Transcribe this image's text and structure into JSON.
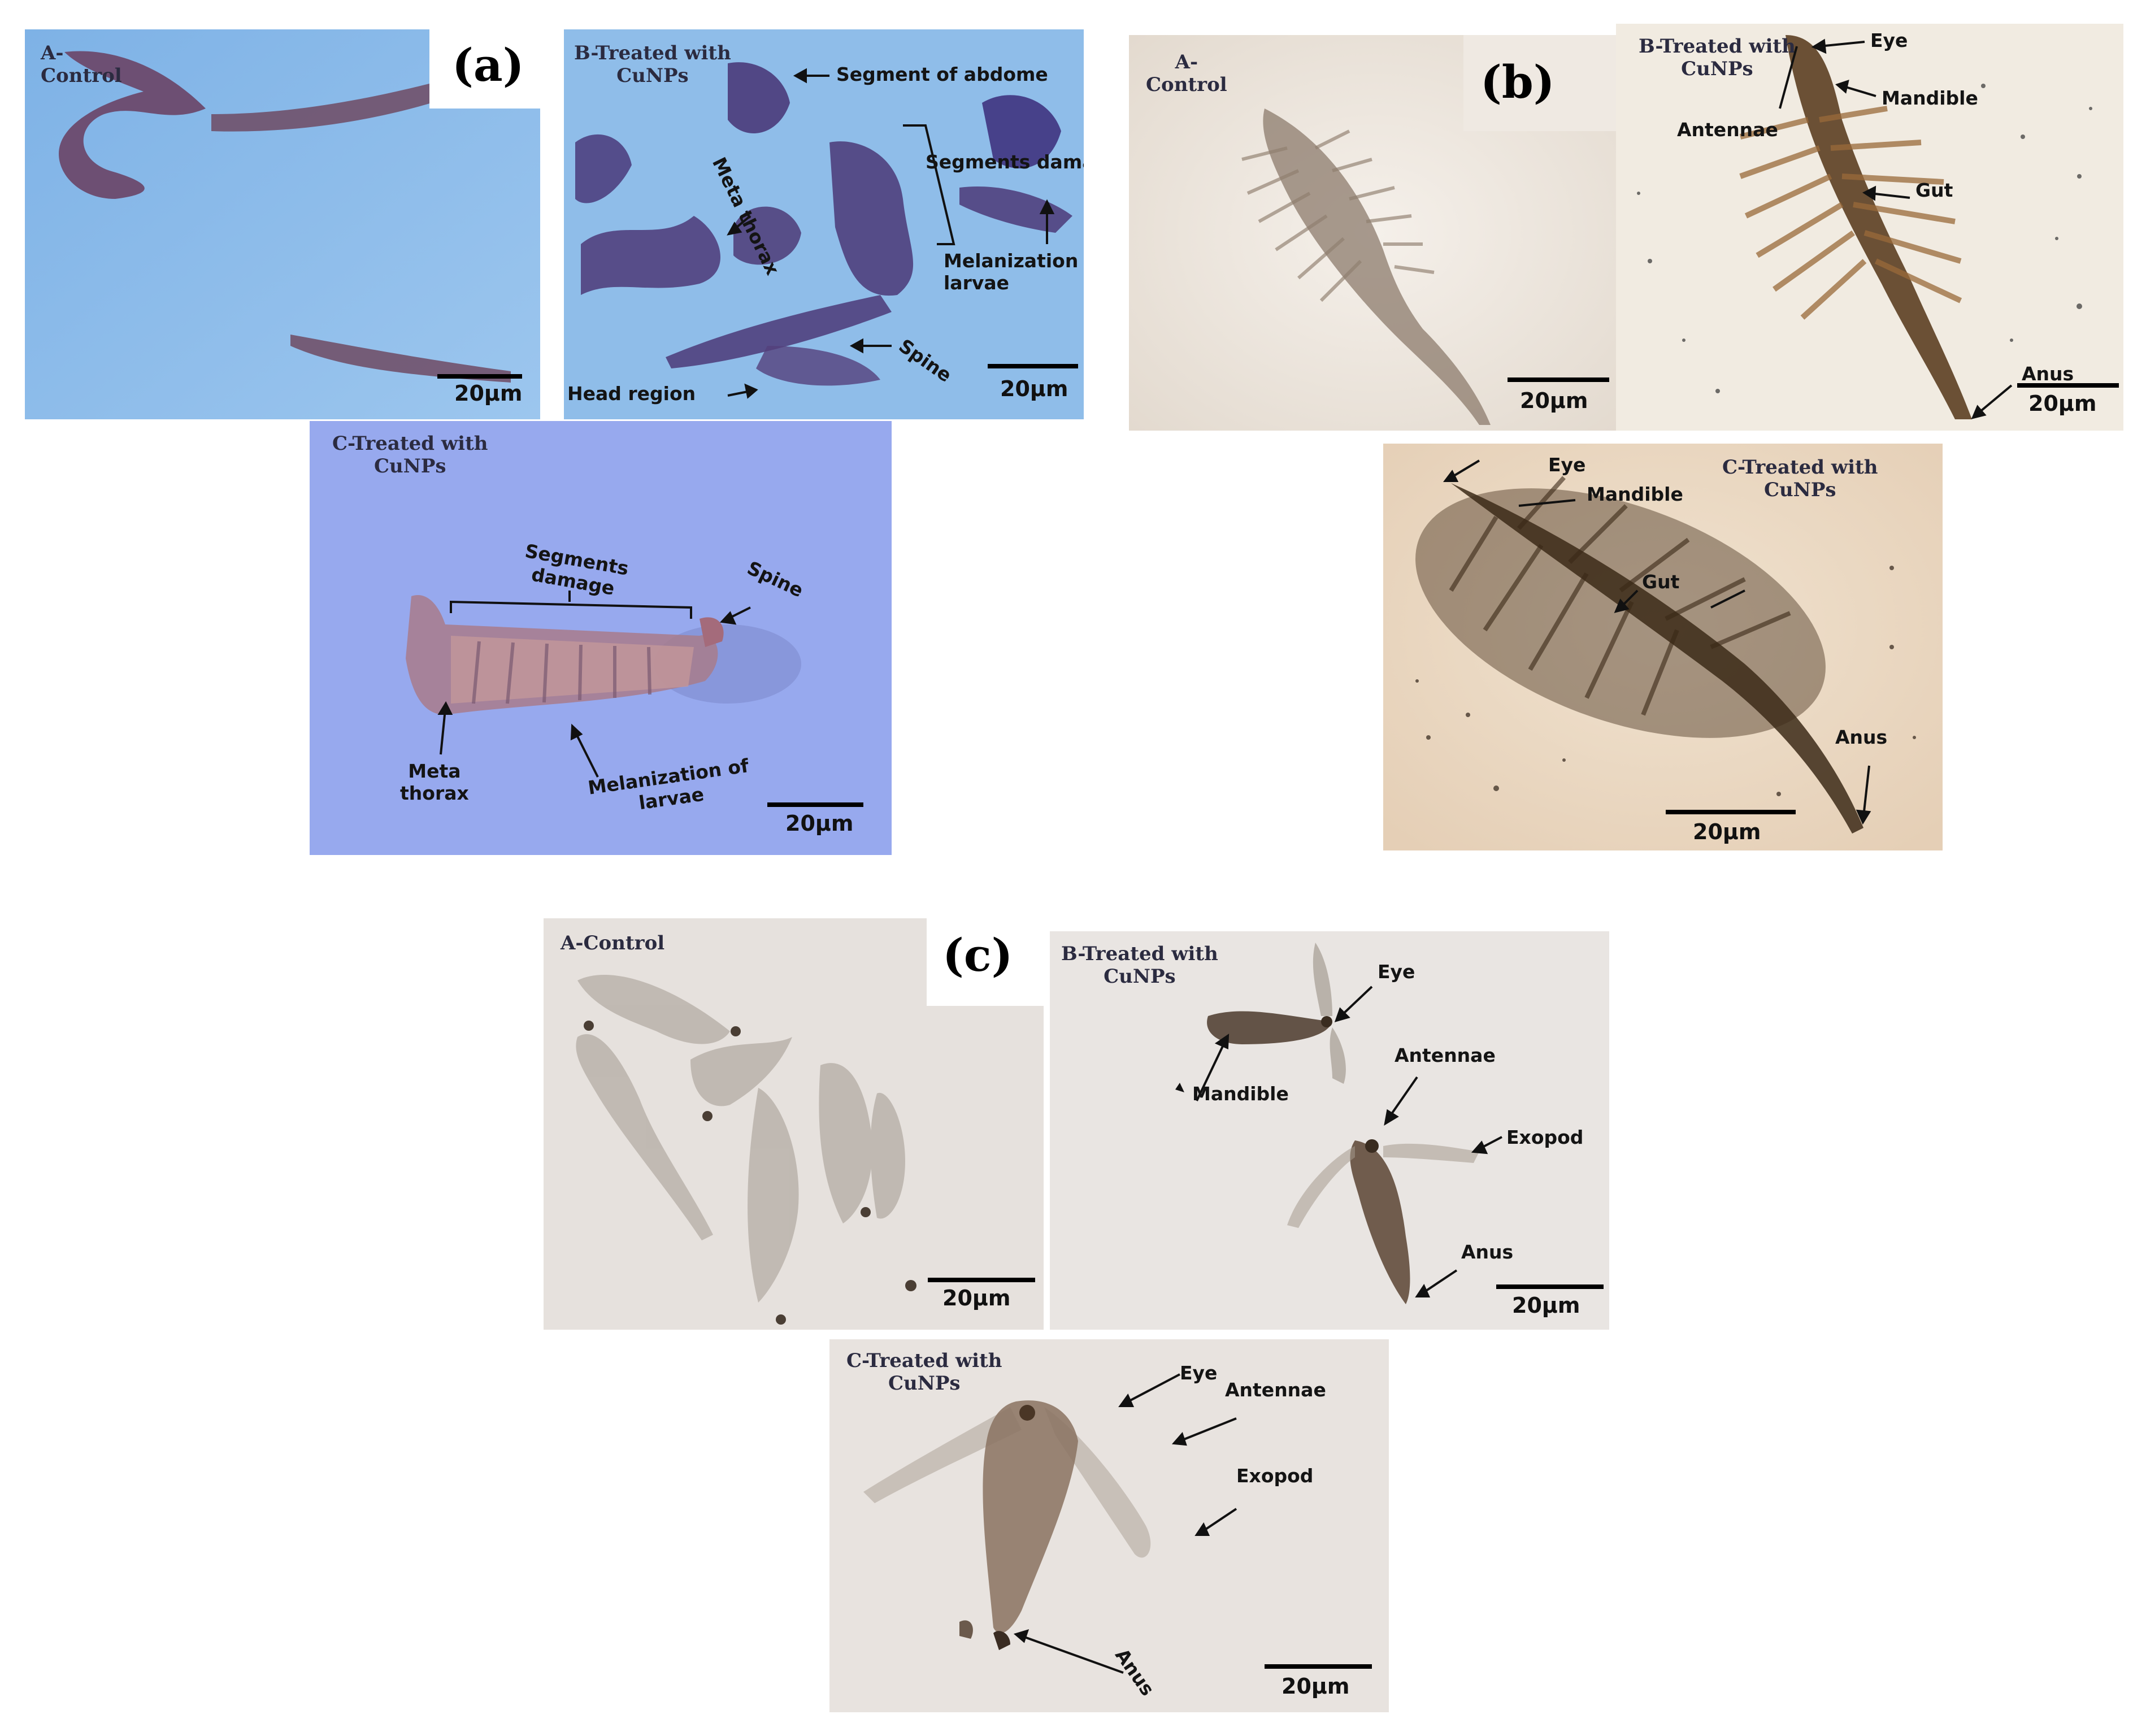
{
  "figure": {
    "letters": [
      "(a)",
      "(b)",
      "(c)"
    ],
    "scale_bar": "20µm",
    "panels": {
      "a_control": {
        "title": "A-\nControl"
      },
      "a_b": {
        "title": "B-Treated with\nCuNPs",
        "labels": {
          "segment_abdomen": "Segment of abdome",
          "meta_thorax": "Meta thorax",
          "segments_damage": "Segments damage",
          "melanization": "Melanization\nlarvae",
          "spine": "Spine",
          "head_region": "Head region"
        }
      },
      "a_c": {
        "title": "C-Treated with\nCuNPs",
        "labels": {
          "segments_damage": "Segments\ndamage",
          "spine": "Spine",
          "meta_thorax": "Meta\nthorax",
          "melanization": "Melanization of\nlarvae"
        }
      },
      "b_control": {
        "title": "A-\nControl"
      },
      "b_b": {
        "title": "B-Treated with\nCuNPs",
        "labels": {
          "eye": "Eye",
          "antennae": "Antennae",
          "mandible": "Mandible",
          "gut": "Gut",
          "anus": "Anus"
        }
      },
      "b_c": {
        "title": "C-Treated with\nCuNPs",
        "labels": {
          "eye": "Eye",
          "mandible": "Mandible",
          "gut": "Gut",
          "anus": "Anus"
        }
      },
      "c_control": {
        "title": "A-Control"
      },
      "c_b": {
        "title": "B-Treated with\nCuNPs",
        "labels": {
          "eye": "Eye",
          "antennae": "Antennae",
          "mandible": "Mandible",
          "exopod": "Exopod",
          "anus": "Anus"
        }
      },
      "c_c": {
        "title": "C-Treated with\nCuNPs",
        "labels": {
          "eye": "Eye",
          "antennae": "Antennae",
          "exopod": "Exopod",
          "anus": "Anus"
        }
      }
    },
    "colors": {
      "blue_background": "#8bbcea",
      "blue_background_c": "#97a9ee",
      "b_background": "#e9ddc8",
      "c_background": "#e6e1dd",
      "larva": "#5a3a66",
      "artemia": "#6b4e2c"
    }
  }
}
